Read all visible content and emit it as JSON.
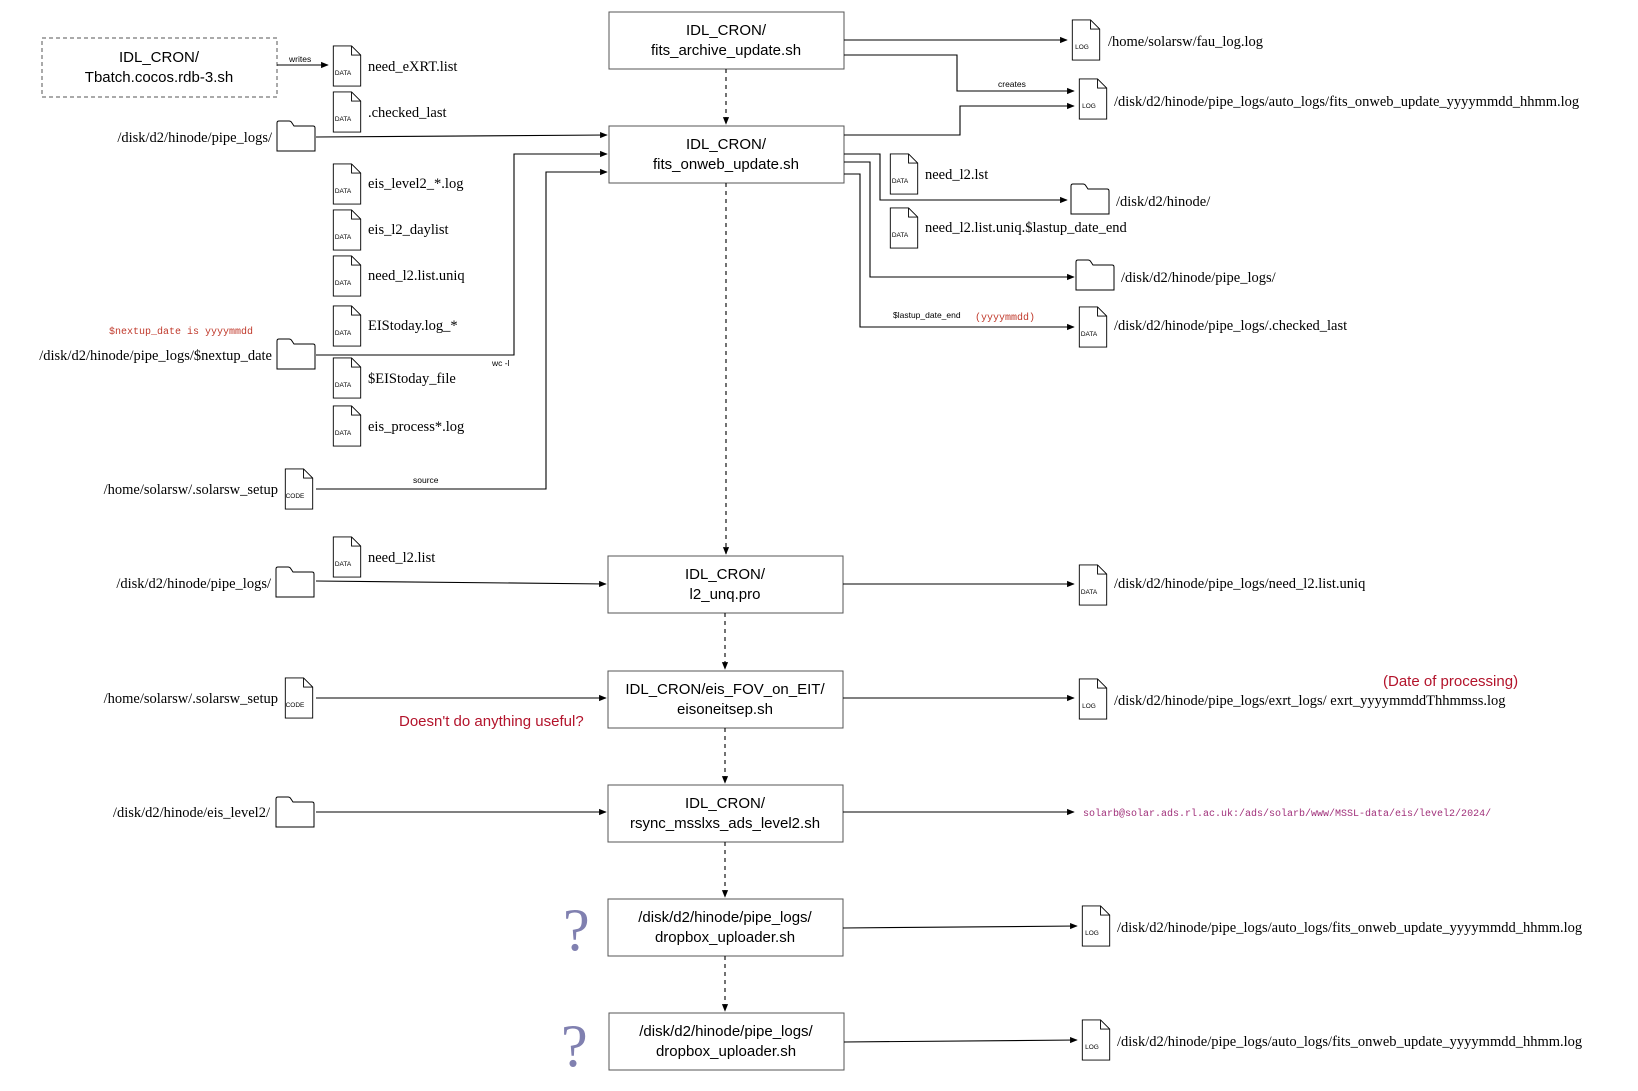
{
  "processes": {
    "tbatch": [
      "IDL_CRON/",
      "Tbatch.cocos.rdb-3.sh"
    ],
    "archive": [
      "IDL_CRON/",
      "fits_archive_update.sh"
    ],
    "onweb": [
      "IDL_CRON/",
      "fits_onweb_update.sh"
    ],
    "l2unq": [
      "IDL_CRON/",
      "l2_unq.pro"
    ],
    "fov": [
      "IDL_CRON/eis_FOV_on_EIT/",
      "eisoneitsep.sh"
    ],
    "rsync": [
      "IDL_CRON/",
      "rsync_msslxs_ads_level2.sh"
    ],
    "dropbox1": [
      "/disk/d2/hinode/pipe_logs/",
      "dropbox_uploader.sh"
    ],
    "dropbox2": [
      "/disk/d2/hinode/pipe_logs/",
      "dropbox_uploader.sh"
    ]
  },
  "icon_tags": {
    "data": "DATA",
    "log": "LOG",
    "code": "CODE"
  },
  "labels": {
    "need_exrt": "need_eXRT.list",
    "checked_last": ".checked_last",
    "pipe_logs_in": "/disk/d2/hinode/pipe_logs/",
    "eis_level2_log": "eis_level2_*.log",
    "eis_l2_daylist": "eis_l2_daylist",
    "need_l2_uniq_in": "need_l2.list.uniq",
    "eistoday_log": "EIStoday.log_*",
    "nextup_dir": "/disk/d2/hinode/pipe_logs/$nextup_date",
    "eistoday_file": "$EIStoday_file",
    "eis_process_log": "eis_process*.log",
    "solarsw_setup_1": "/home/solarsw/.solarsw_setup",
    "fau_log": "/home/solarsw/fau_log.log",
    "auto_log_1": "/disk/d2/hinode/pipe_logs/auto_logs/fits_onweb_update_yyyymmdd_hhmm.log",
    "need_l2_lst": "need_l2.lst",
    "hinode_dir": "/disk/d2/hinode/",
    "need_l2_uniq_lastup": "need_l2.list.uniq.$lastup_date_end",
    "pipe_logs_out": "/disk/d2/hinode/pipe_logs/",
    "checked_last_out": "/disk/d2/hinode/pipe_logs/.checked_last",
    "need_l2_list": "need_l2.list",
    "pipe_logs_in_2": "/disk/d2/hinode/pipe_logs/",
    "need_l2_uniq_out": "/disk/d2/hinode/pipe_logs/need_l2.list.uniq",
    "solarsw_setup_2": "/home/solarsw/.solarsw_setup",
    "exrt_log": "/disk/d2/hinode/pipe_logs/exrt_logs/ exrt_yyyymmddThhmmss.log",
    "eis_level2_dir": "/disk/d2/hinode/eis_level2/",
    "auto_log_2": "/disk/d2/hinode/pipe_logs/auto_logs/fits_onweb_update_yyyymmdd_hhmm.log",
    "auto_log_3": "/disk/d2/hinode/pipe_logs/auto_logs/fits_onweb_update_yyyymmdd_hhmm.log"
  },
  "edge_labels": {
    "writes": "writes",
    "creates": "creates",
    "wc": "wc -l",
    "source": "source",
    "lastup": "$lastup_date_end"
  },
  "annotations": {
    "nextup_note": "$nextup_date is yyyymmdd",
    "yyyymmdd": "(yyyymmdd)",
    "useless": "Doesn't do anything useful?",
    "date_processing": "(Date of processing)",
    "rsync_target": "solarb@solar.ads.rl.ac.uk:/ads/solarb/www/MSSL-data/eis/level2/2024/",
    "question_1": "?",
    "question_2": "?"
  }
}
